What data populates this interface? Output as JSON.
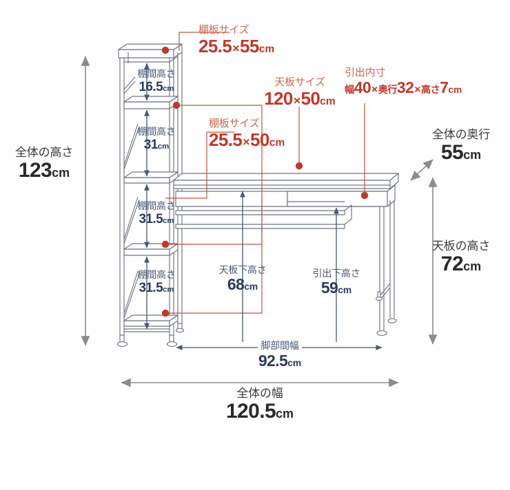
{
  "diagram": {
    "title": "デスク 寸法図",
    "background_color": "#fefefe",
    "colors": {
      "red_caption": "#d2674f",
      "red_value": "#c0392b",
      "blue_caption": "#4a5878",
      "blue_value": "#2b3a62",
      "dark_caption": "#3b3b3b",
      "dark_value": "#2a2a2a",
      "leader_line": "#c0553f",
      "dot": "#c0392b",
      "arrow_gray": "#8b8b8b",
      "arrow_blue": "#4a5878",
      "outline": "#6f7480"
    },
    "unit": "cm"
  },
  "labels": {
    "shelf_board_top": {
      "caption": "棚板サイズ",
      "value_a": "25.5",
      "times": "×",
      "value_b": "55",
      "unit": "cm",
      "color": "red"
    },
    "shelf_board_lower": {
      "caption": "棚板サイズ",
      "value_a": "25.5",
      "times": "×",
      "value_b": "50",
      "unit": "cm",
      "color": "red"
    },
    "desktop_size": {
      "caption": "天板サイズ",
      "value_a": "120",
      "times": "×",
      "value_b": "50",
      "unit": "cm",
      "color": "red"
    },
    "drawer_inner": {
      "caption": "引出内寸",
      "pre_a": "幅",
      "value_a": "40",
      "times_1": "×",
      "pre_b": "奥行",
      "value_b": "32",
      "times_2": "×",
      "pre_c": "高さ",
      "value_c": "7",
      "unit": "cm",
      "color": "red"
    },
    "shelf_gap_1": {
      "caption": "棚間高さ",
      "value": "16.5",
      "unit": "cm",
      "color": "blue"
    },
    "shelf_gap_2": {
      "caption": "棚間高さ",
      "value": "31",
      "unit": "cm",
      "color": "blue"
    },
    "shelf_gap_3": {
      "caption": "棚間高さ",
      "value": "31.5",
      "unit": "cm",
      "color": "blue"
    },
    "shelf_gap_4": {
      "caption": "棚間高さ",
      "value": "31.5",
      "unit": "cm",
      "color": "blue"
    },
    "under_desktop_height": {
      "caption": "天板下高さ",
      "value": "68",
      "unit": "cm",
      "color": "blue"
    },
    "under_drawer_height": {
      "caption": "引出下高さ",
      "value": "59",
      "unit": "cm",
      "color": "blue"
    },
    "leg_span_width": {
      "caption": "脚部間幅",
      "value": "92.5",
      "unit": "cm",
      "color": "blue"
    },
    "overall_height": {
      "caption": "全体の高さ",
      "value": "123",
      "unit": "cm",
      "color": "dark"
    },
    "overall_depth": {
      "caption": "全体の奥行",
      "value": "55",
      "unit": "cm",
      "color": "dark"
    },
    "desktop_height": {
      "caption": "天板の高さ",
      "value": "72",
      "unit": "cm",
      "color": "dark"
    },
    "overall_width": {
      "caption": "全体の幅",
      "value": "120.5",
      "unit": "cm",
      "color": "dark"
    }
  }
}
